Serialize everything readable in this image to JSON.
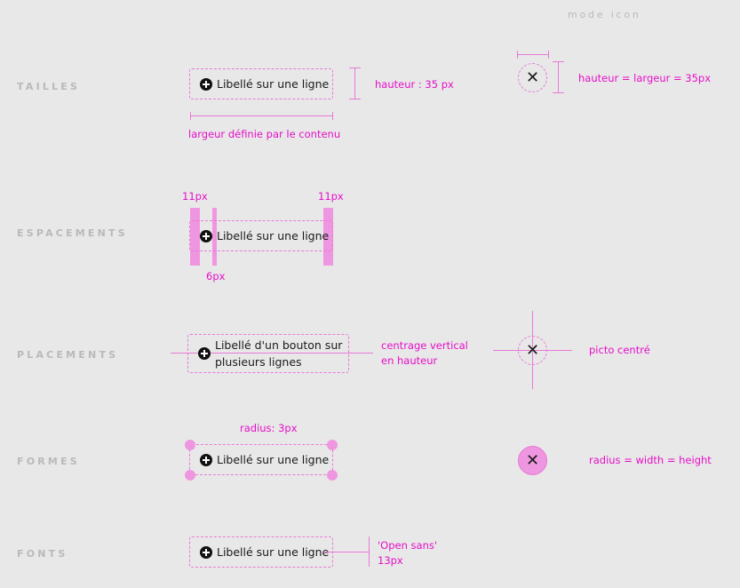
{
  "header": {
    "mode_icon_label": "mode icon"
  },
  "sections": {
    "tailles": {
      "label": "TAILLES",
      "button_label": "Libellé sur une ligne",
      "height_note": "hauteur : 35 px",
      "width_note": "largeur définie par le contenu",
      "icon_note": "hauteur = largeur = 35px"
    },
    "espacements": {
      "label": "ESPACEMENTS",
      "button_label": "Libellé sur une ligne",
      "left_padding": "11px",
      "right_padding": "11px",
      "icon_gap": "6px"
    },
    "placements": {
      "label": "PLACEMENTS",
      "button_label": "Libellé d'un bouton sur plusieurs lignes",
      "center_note_line1": "centrage vertical",
      "center_note_line2": "en hauteur",
      "icon_note": "picto centré"
    },
    "formes": {
      "label": "FORMES",
      "button_label": "Libellé sur une ligne",
      "radius_note": "radius: 3px",
      "icon_note": "radius = width = height"
    },
    "fonts": {
      "label": "FONTS",
      "button_label": "Libellé sur une ligne",
      "font_name": "'Open sans'",
      "font_size": "13px"
    }
  },
  "colors": {
    "background": "#e8e8e8",
    "accent": "#e60fc8",
    "accent_light": "#ef96e0",
    "label_grey": "#b9b9b9"
  },
  "icons": {
    "button_icon": "plus-circle-icon",
    "mode_icon": "close-icon"
  }
}
